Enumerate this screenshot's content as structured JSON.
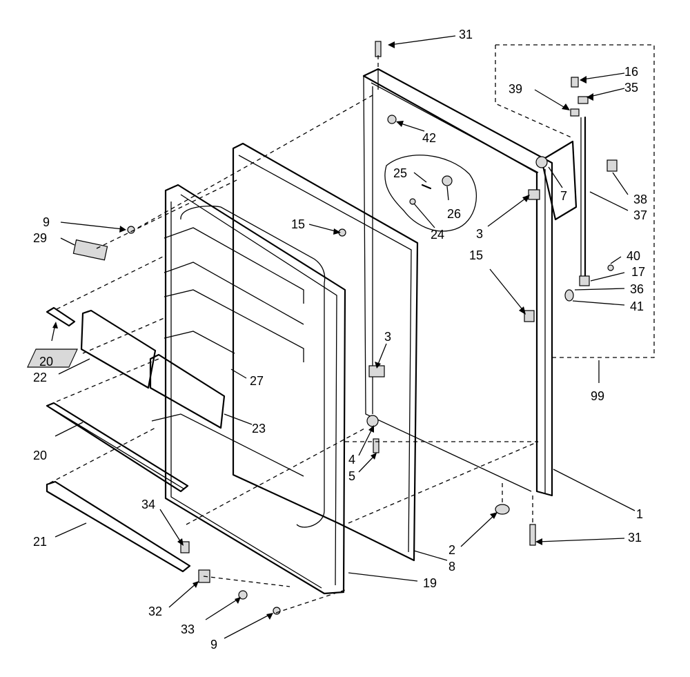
{
  "labels": {
    "n1": "1",
    "n2": "2",
    "n3a": "3",
    "n3b": "3",
    "n4": "4",
    "n5": "5",
    "n7": "7",
    "n8": "8",
    "n9a": "9",
    "n9b": "9",
    "n15a": "15",
    "n15b": "15",
    "n16": "16",
    "n17": "17",
    "n19": "19",
    "n20a": "20",
    "n20b": "20",
    "n21": "21",
    "n22": "22",
    "n23": "23",
    "n24": "24",
    "n25": "25",
    "n26": "26",
    "n27": "27",
    "n29": "29",
    "n31a": "31",
    "n31b": "31",
    "n32": "32",
    "n33": "33",
    "n34": "34",
    "n35": "35",
    "n36": "36",
    "n37": "37",
    "n38": "38",
    "n39": "39",
    "n40": "40",
    "n41": "41",
    "n42": "42",
    "n99": "99"
  }
}
